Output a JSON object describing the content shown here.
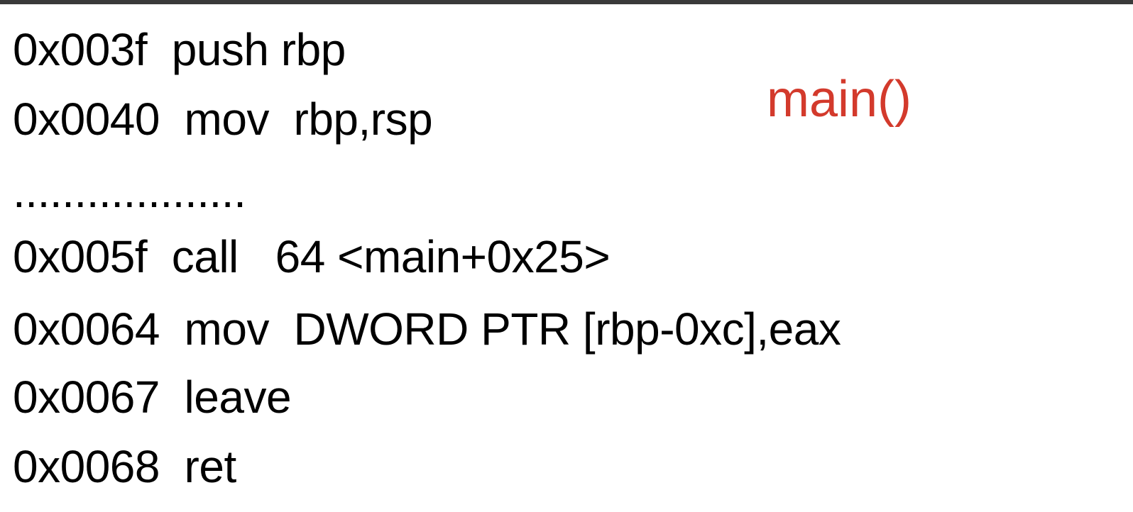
{
  "slide": {
    "function_label": "main()",
    "function_label_color": "#d33a2c",
    "lines": [
      {
        "text": "0x003f  push rbp"
      },
      {
        "text": "0x0040  mov  rbp,rsp"
      },
      {
        "text": "..................."
      },
      {
        "text": "0x005f  call   64 <main+0x25>"
      },
      {
        "text": "0x0064  mov  DWORD PTR [rbp-0xc],eax"
      },
      {
        "text": "0x0067  leave"
      },
      {
        "text": "0x0068  ret"
      }
    ]
  }
}
